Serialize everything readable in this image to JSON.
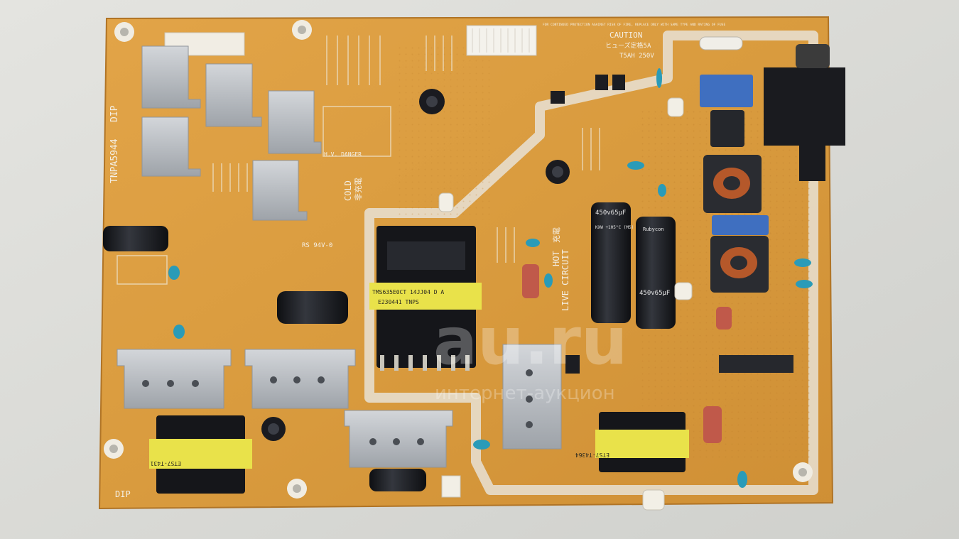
{
  "board": {
    "part_number": "TNPA5944",
    "dip_mark": "DIP",
    "cold_mark": "COLD",
    "cold_jp": "非充電",
    "hot_mark": "HOT",
    "hot_jp": "充電",
    "live_circuit": "LIVE CIRCUIT",
    "hv_danger": "H.V. DANGER",
    "dip_arrow": "DIP",
    "board_code": "RS 94V-0",
    "caution_note": "FOR CONTINUED PROTECTION AGAINST RISK OF FIRE, REPLACE ONLY WITH SAME TYPE AND RATING OF FUSE",
    "caution_title": "CAUTION",
    "fuse_jp": "ヒューズ定格5A",
    "fuse_rating": "T5AH 250V",
    "transformer_main_line1": "TMS635E0CT 14JJ04 D A",
    "transformer_main_line2": "E230441 TNPS",
    "transformer_small_left": "ETS7-T431",
    "transformer_small_right": "ETS7-T4364",
    "cap_big_1": "450v65μF",
    "cap_big_2": "450v65μF",
    "cap_big_brand": "Rubycon",
    "cap_spec": "KXW +105°C (MS)"
  },
  "watermark": {
    "logo": "au.ru",
    "tagline": "интернет-аукцион"
  },
  "colors": {
    "pcb": "#d99b3e",
    "pcb_dark": "#b87a28",
    "silk": "#f2efe6",
    "heatsink": "#b8bcc2",
    "transformer_tape": "#e9e24a",
    "cap_body": "#1b1d22",
    "ceramic_cap": "#2a9bb8",
    "film_cap": "#c0594a"
  }
}
